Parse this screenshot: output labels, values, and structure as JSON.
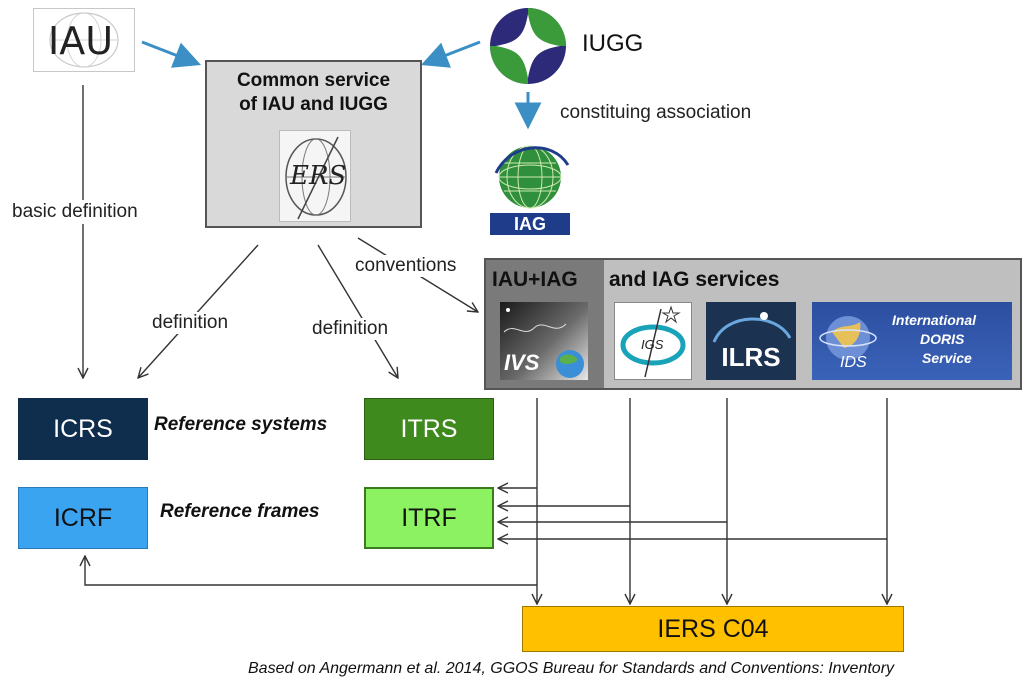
{
  "colors": {
    "icrs": "#0f2d4c",
    "icrf": "#3aa4f0",
    "itrs": "#3f8a1d",
    "itrf": "#8cf262",
    "common_bg": "#d9d9d9",
    "services_bg": "#bfbfbf",
    "c04": "#ffc000",
    "blue_arrow": "#3b8fc4"
  },
  "logos": {
    "iau": {
      "text": "IAU",
      "icon": "iau-logo"
    },
    "iugg": {
      "text": "IUGG",
      "icon": "iugg-emblem"
    },
    "iers": {
      "text": "ERS",
      "icon": "iers-logo"
    },
    "iag": {
      "text": "IAG",
      "icon": "iag-globe-logo"
    },
    "ivs": {
      "text": "IVS",
      "icon": "ivs-logo"
    },
    "igs": {
      "text": "IGS",
      "icon": "igs-logo"
    },
    "ilrs": {
      "text": "ILRS",
      "icon": "ilrs-logo"
    },
    "ids": {
      "line1": "International",
      "line2": "DORIS",
      "line3": "Service",
      "abbr": "IDS",
      "icon": "ids-logo"
    }
  },
  "common_service": {
    "line1": "Common service",
    "line2": "of IAU  and IUGG"
  },
  "services": {
    "prefix": "IAU+IAG",
    "rest": "and IAG services"
  },
  "labels": {
    "basic_definition": "basic definition",
    "constituting": "constituing association",
    "conventions": "conventions",
    "definition_left": "definition",
    "definition_right": "definition",
    "reference_systems": "Reference systems",
    "reference_frames": "Reference frames"
  },
  "boxes": {
    "icrs": "ICRS",
    "itrs": "ITRS",
    "icrf": "ICRF",
    "itrf": "ITRF",
    "c04": "IERS C04"
  },
  "caption": "Based on Angermann et al. 2014, GGOS Bureau for Standards and Conventions: Inventory"
}
